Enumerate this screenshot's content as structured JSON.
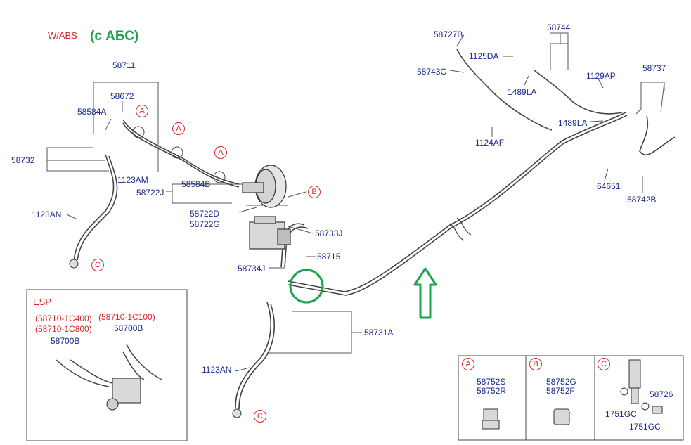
{
  "header": {
    "wabs": "W/ABS",
    "note": "(с АБС)"
  },
  "colors": {
    "label": "#1a2a8c",
    "callout": "#d62a2a",
    "annotation": "#19a34a",
    "line": "#555555"
  },
  "labels": {
    "p58711": "58711",
    "p58672": "58672",
    "p58584a": "58584A",
    "p58732": "58732",
    "p1123am": "1123AM",
    "p58722j": "58722J",
    "p58584b": "58584B",
    "p58722d": "58722D",
    "p58722g": "58722G",
    "p1123an_top": "1123AN",
    "p58733j": "58733J",
    "p58715": "58715",
    "p58734j": "58734J",
    "p58731a": "58731A",
    "p1123an_bot": "1123AN",
    "p58727b": "58727B",
    "p58744": "58744",
    "p1125da": "1125DA",
    "p58743c": "58743C",
    "p1489la_1": "1489LA",
    "p1129ap": "1129AP",
    "p58737": "58737",
    "p1489la_2": "1489LA",
    "p1124af": "1124AF",
    "p64651": "64651",
    "p58742b": "58742B"
  },
  "callouts": {
    "a": "A",
    "b": "B",
    "c": "C"
  },
  "esp": {
    "title": "ESP",
    "red_1": "(58710-1C400)",
    "red_2": "(58710-1C800)",
    "red_3": "(58710-1C100)",
    "part_left": "58700B",
    "part_right": "58700B"
  },
  "legend": {
    "a_1": "58752S",
    "a_2": "58752R",
    "b_1": "58752G",
    "b_2": "58752F",
    "c_1": "58726",
    "c_2": "1751GC",
    "c_3": "1751GC"
  }
}
